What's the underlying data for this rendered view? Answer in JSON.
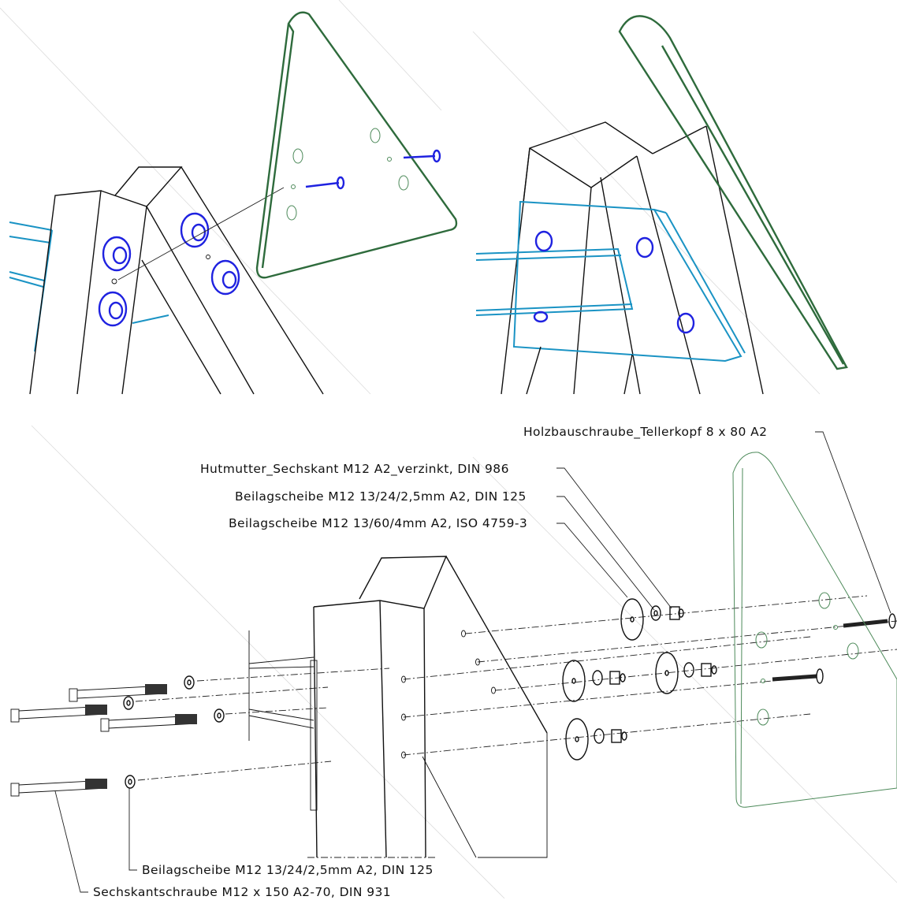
{
  "callouts": {
    "tellerkopf": "Holzbauschraube_Tellerkopf 8 x 80 A2",
    "hutmutter": "Hutmutter_Sechskant M12 A2_verzinkt, DIN 986",
    "beilag_small_top": "Beilagscheibe M12 13/24/2,5mm A2, DIN 125",
    "beilag_large": "Beilagscheibe M12 13/60/4mm A2, ISO 4759-3",
    "beilag_small_bottom": "Beilagscheibe M12 13/24/2,5mm A2, DIN 125",
    "sechskantschraube": "Sechskantschraube M12 x 150 A2-70, DIN 931"
  },
  "colors": {
    "plate_outline": "#2e6b3c",
    "bracket_outline": "#1a93c4",
    "fastener_highlight": "#1f22e0",
    "line": "#111111"
  }
}
